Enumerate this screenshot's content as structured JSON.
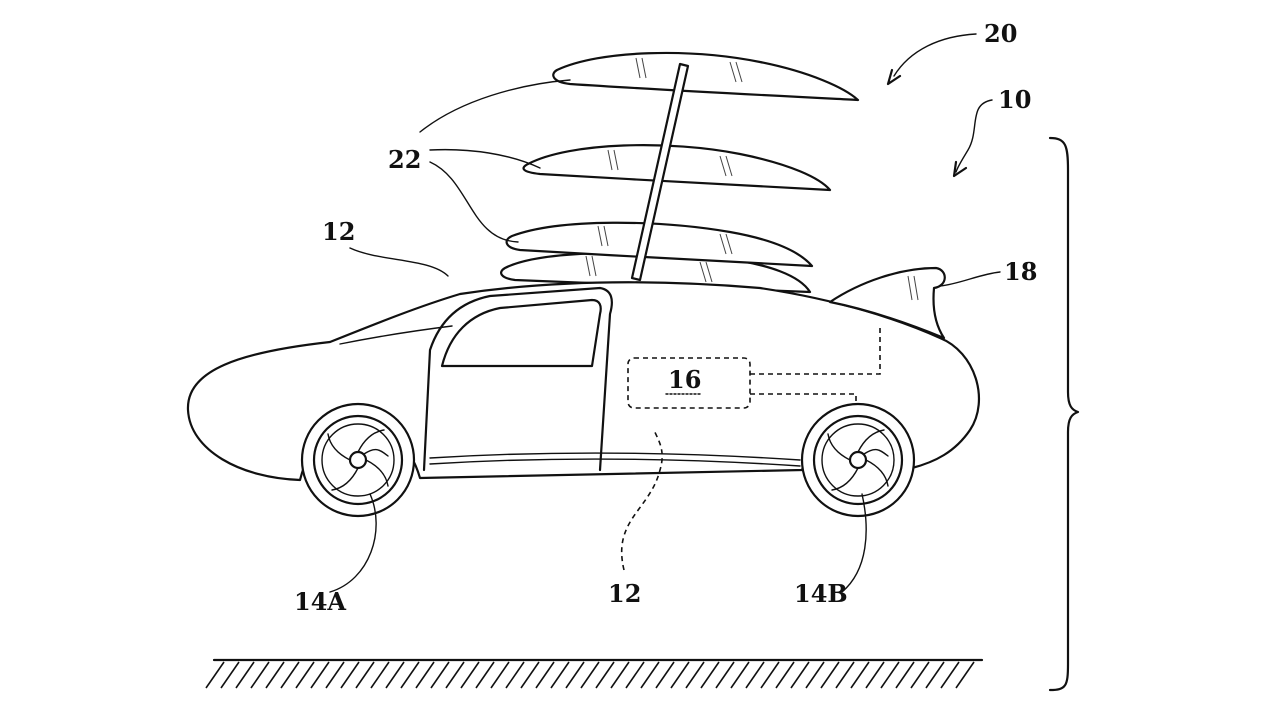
{
  "labels": {
    "rotor_assembly": "20",
    "vehicle": "10",
    "rotor_blades": "22",
    "body_top": "12",
    "body_bottom": "12",
    "tail_fin": "18",
    "power_unit": "16",
    "front_wheel": "14A",
    "rear_wheel": "14B"
  },
  "colors": {
    "ink": "#111111",
    "paper": "#ffffff"
  }
}
